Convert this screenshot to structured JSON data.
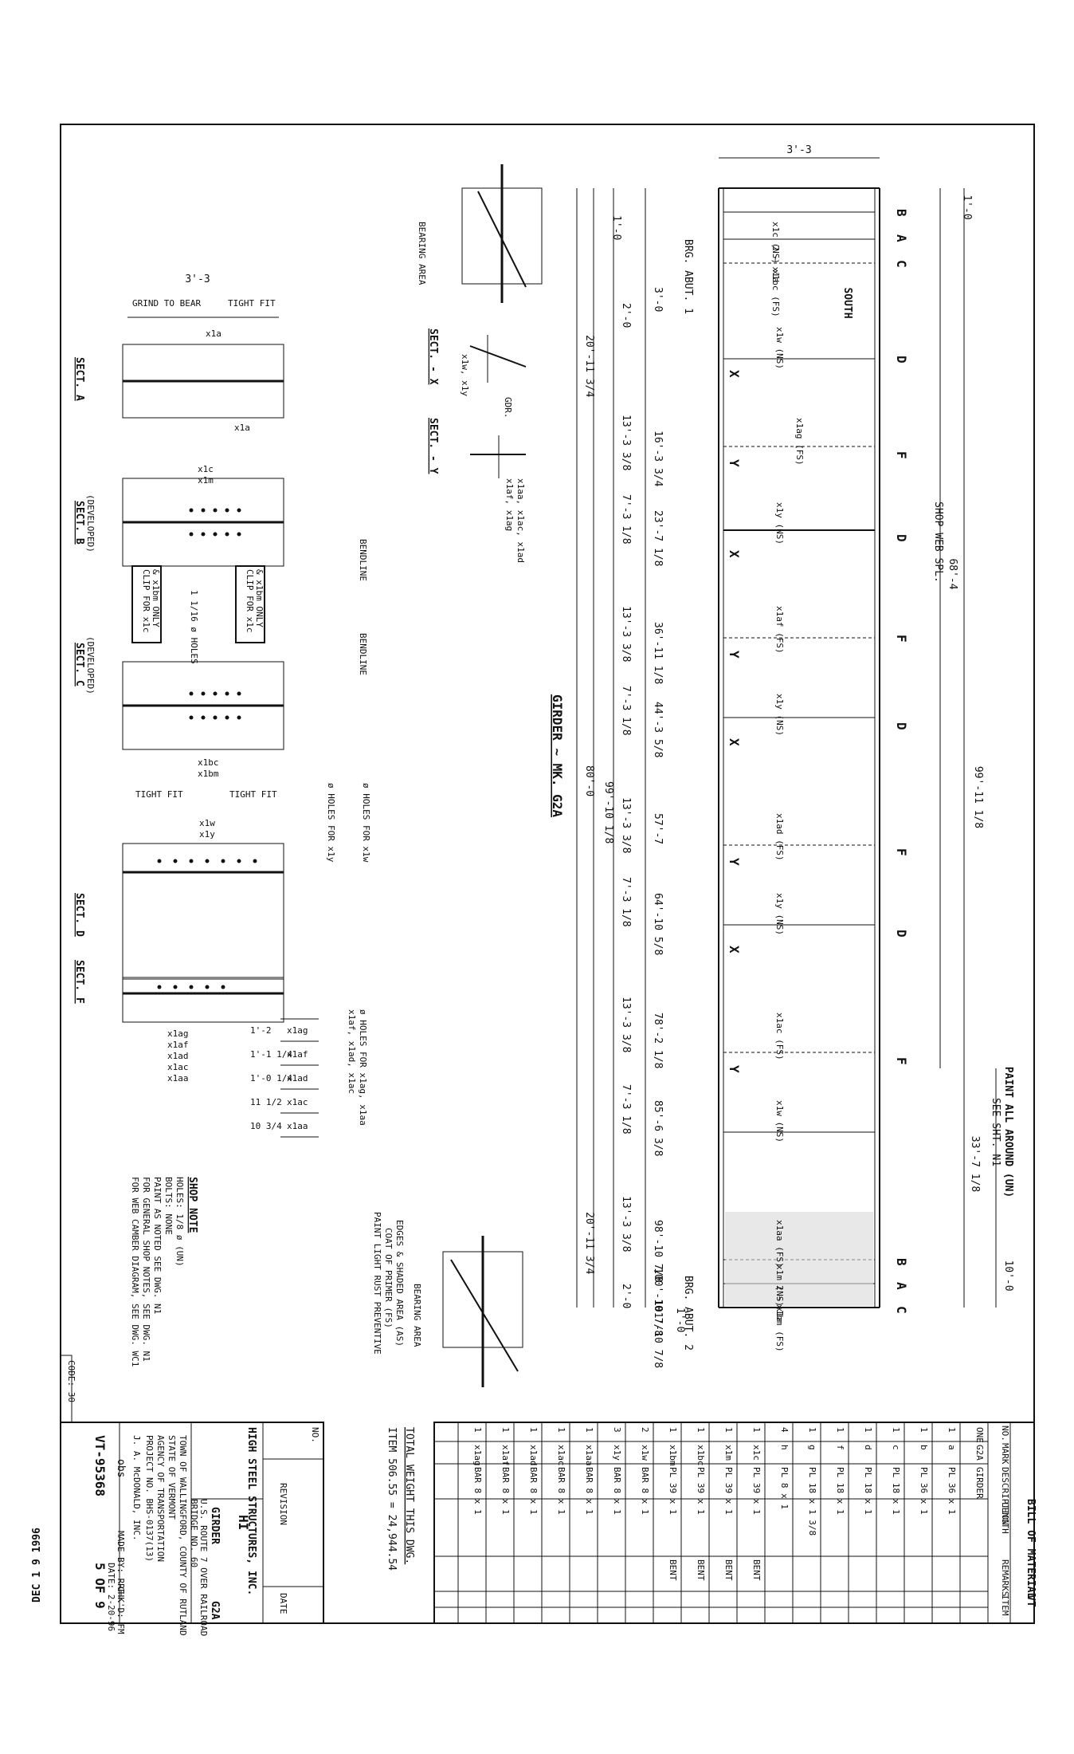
{
  "drawing": {
    "main_title": "GIRDER ~ MK. G2A",
    "overall_length": "99'-11 1/8",
    "web_splice_label": "SHOP WEB SPL.",
    "girder_depth": "3'-3",
    "camber_total": "68'-4",
    "paint_note": "PAINT ALL AROUND (UN)",
    "paint_ref": "SEE SHT. N1",
    "half_length": "33'-7 1/8",
    "end_len": "10'-0",
    "dim_1_0": "1'-0",
    "span_80": "80'-0",
    "span_99": "99'-10 1/8",
    "span_20": "20'-11 3/4",
    "bearing_area": "BEARING AREA",
    "abut_1": "BRG. ABUT. 1",
    "abut_2": "BRG. ABUT. 2",
    "south": "SOUTH",
    "stations": [
      "1'-0",
      "3'-0",
      "16'-3 3/4",
      "23'-7 1/8",
      "36'-11 1/8",
      "44'-3 5/8",
      "57'-7",
      "64'-10 5/8",
      "78'-2 1/8",
      "85'-6 3/8",
      "98'-10 7/8",
      "100'-10 7/8",
      "101'-10 7/8"
    ],
    "segments": [
      "2'-0",
      "13'-3 3/8",
      "7'-3 1/8",
      "13'-3 3/8",
      "7'-3 1/8",
      "13'-3 3/8",
      "7'-3 1/8",
      "13'-3 3/8",
      "7'-3 1/8",
      "13'-3 3/8",
      "2'-0"
    ],
    "stiffener_marks": [
      "B",
      "A",
      "C",
      "D",
      "X",
      "F",
      "Y",
      "D",
      "X",
      "F",
      "Y",
      "D",
      "X",
      "F",
      "Y",
      "D",
      "X",
      "F",
      "Y",
      "B",
      "A",
      "C"
    ],
    "part_callouts": [
      "x1c (NS)",
      "2 ~ x1a",
      "x1bc (FS)",
      "x1w (NS)",
      "x1ag (FS)",
      "x1y (NS)",
      "x1af (FS)",
      "x1y (NS)",
      "x1ad (FS)",
      "x1y (NS)",
      "x1ac (FS)",
      "x1w (NS)",
      "x1aa (FS)",
      "x1m (NS)",
      "2 ~ x1a",
      "x1bm (FS)"
    ]
  },
  "sections": [
    {
      "title": "SECT. A",
      "notes": [
        "GRIND TO BEAR",
        "TIGHT FIT",
        "x1a",
        "x1a",
        "3'-3"
      ]
    },
    {
      "title": "SECT. B",
      "sub": "(DEVELOPED)",
      "notes": [
        "x1c",
        "x1m",
        "BENDLINE",
        "CLIP FOR x1c",
        "& x1bm ONLY",
        "1 1/16 ø HOLES"
      ]
    },
    {
      "title": "SECT. C",
      "sub": "(DEVELOPED)",
      "notes": [
        "x1bc",
        "x1bm",
        "BENDLINE",
        "CLIP FOR x1c",
        "& x1bm ONLY"
      ]
    },
    {
      "title": "SECT. D",
      "notes": [
        "TIGHT FIT",
        "TIGHT FIT",
        "x1w",
        "x1y",
        "ø HOLES FOR x1y",
        "ø HOLES FOR x1w"
      ]
    },
    {
      "title": "SECT. F",
      "notes": [
        "x1ag",
        "x1af",
        "x1ad",
        "x1ac",
        "x1aa",
        "ø HOLES FOR x1ag, x1aa",
        "x1af, x1ad, x1ac"
      ]
    },
    {
      "title": "SECT. - X",
      "notes": [
        "x1w, x1y",
        "GDR."
      ]
    },
    {
      "title": "SECT. - Y",
      "notes": [
        "x1aa, x1ac, x1ad",
        "x1af, x1ag"
      ]
    }
  ],
  "dims_sect_f": [
    "1'-2",
    "1'-1 1/4",
    "1'-0 1/4",
    "11 1/2",
    "10 3/4"
  ],
  "dims_sect_f_marks": [
    "x1ag",
    "x1af",
    "x1ad",
    "x1ac",
    "x1aa"
  ],
  "paint_shading_note": [
    "PAINT LIGHT RUST PREVENTIVE",
    "COAT OF PRIMER (FS)",
    "EDGES & SHADED AREA (AS)"
  ],
  "shop_note": {
    "title": "SHOP NOTE",
    "lines": [
      "HOLES: 1/8 ø (UN)",
      "BOLTS: NONE",
      "PAINT AS NOTED  SEE DWG. N1",
      "FOR GENERAL SHOP NOTES, SEE DWG. N1",
      "FOR WEB CAMBER DIAGRAM, SEE DWG. WC1"
    ]
  },
  "code": "CODE: 30",
  "bom": {
    "title": "BILL OF MATERIAL",
    "headers": [
      "NO.",
      "MARK",
      "DESCRIPTION",
      "LENGTH",
      "REMARKS",
      "ITEM"
    ],
    "rows": [
      [
        "ONE",
        "G2A",
        "GIRDER",
        "",
        "",
        ""
      ],
      [
        "1",
        "a",
        "PL 36 x 1",
        "",
        "",
        ""
      ],
      [
        "1",
        "b",
        "PL 36 x 1",
        "",
        "",
        ""
      ],
      [
        "1",
        "c",
        "PL 18 x 1",
        "",
        "",
        ""
      ],
      [
        "1",
        "d",
        "PL 18 x 1",
        "",
        "",
        ""
      ],
      [
        "1",
        "f",
        "PL 18 x 1",
        "",
        "",
        ""
      ],
      [
        "1",
        "g",
        "PL 18 x 1 3/8",
        "",
        "",
        ""
      ],
      [
        "4",
        "h",
        "PL 8 x 1",
        "",
        "",
        ""
      ],
      [
        "1",
        "x1c",
        "PL 39 x 1",
        "",
        "BENT",
        ""
      ],
      [
        "1",
        "x1m",
        "PL 39 x 1",
        "",
        "BENT",
        ""
      ],
      [
        "1",
        "x1bc",
        "PL 39 x 1",
        "",
        "BENT",
        ""
      ],
      [
        "1",
        "x1bm",
        "PL 39 x 1",
        "",
        "BENT",
        ""
      ],
      [
        "2",
        "x1w",
        "BAR 8 x 1",
        "",
        "",
        ""
      ],
      [
        "3",
        "x1y",
        "BAR 8 x 1",
        "",
        "",
        ""
      ],
      [
        "1",
        "x1aa",
        "BAR 8 x 1",
        "",
        "",
        ""
      ],
      [
        "1",
        "x1ac",
        "BAR 8 x 1",
        "",
        "",
        ""
      ],
      [
        "1",
        "x1ad",
        "BAR 8 x 1",
        "",
        "",
        ""
      ],
      [
        "1",
        "x1af",
        "BAR 8 x 1",
        "",
        "",
        ""
      ],
      [
        "1",
        "x1ag",
        "BAR 8 x 1",
        "",
        "",
        ""
      ]
    ],
    "side_label": "VT",
    "total_weight": "TOTAL WEIGHT THIS DWG.",
    "item_weight": "ITEM 506.55 = 24,944.54"
  },
  "title_block": {
    "rev_label": "REVISION",
    "date_label": "DATE",
    "no_label": "NO.",
    "company": "HIGH STEEL STRUCTURES, INC.",
    "logo": "HI",
    "subject": "GIRDER",
    "mark": "G2A",
    "route": "U.S. ROUTE 7 OVER RAILROAD",
    "bridge": "BRIDGE NO. 60",
    "town": "TOWN OF WALLINGFORD, COUNTY OF RUTLAND",
    "state": "STATE OF VERMONT",
    "agency": "AGENCY OF TRANSPORTATION",
    "project": "PROJECT NO. BHS-0137(13)",
    "contractor": "J. A. McDONALD, INC.",
    "charge": "obs",
    "contract": "VT-95368",
    "sheet": "5 OF 9",
    "date_stamp": "DEC 1 9 1996",
    "made_by": "MADE BY: RRF",
    "checked": "CHK'D: FM",
    "date": "DATE: 2-20-96"
  }
}
